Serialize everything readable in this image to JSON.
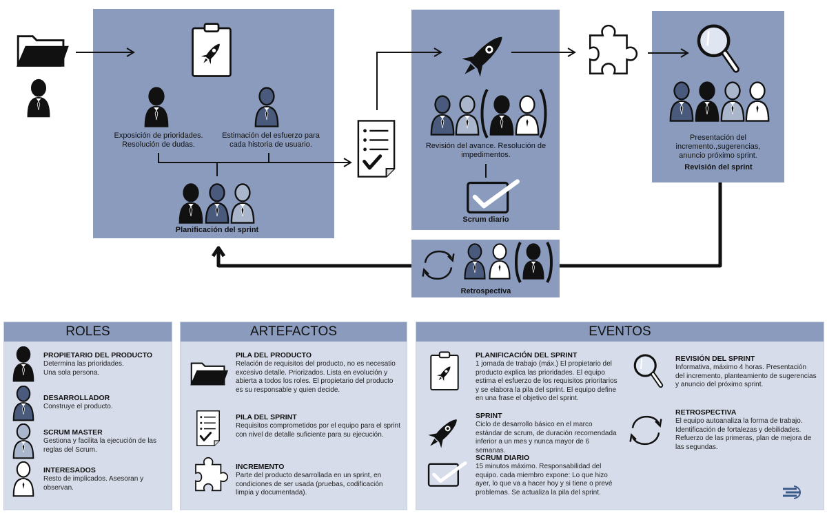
{
  "flow": {
    "planning": {
      "title": "Planificación del sprint",
      "left_text": "Exposición de prioridades. Resolución de dudas.",
      "right_text": "Estimación del esfuerzo para cada historia de usuario."
    },
    "daily": {
      "text": "Revisión del avance. Resolución de impedimentos.",
      "title": "Scrum diario"
    },
    "review": {
      "text": "Presentación del incremento.,sugerencias, anuncio próximo sprint.",
      "title": "Revisión del sprint"
    },
    "retro": {
      "title": "Retrospectiva"
    }
  },
  "roles": {
    "heading": "ROLES",
    "items": [
      {
        "title": "PROPIETARIO DEL PRODUCTO",
        "desc": "Determina las prioridades. Una sola persona."
      },
      {
        "title": "DESARROLLADOR",
        "desc": "Construye el producto."
      },
      {
        "title": "SCRUM MASTER",
        "desc": "Gestiona y facilita la ejecución de las reglas del Scrum."
      },
      {
        "title": "INTERESADOS",
        "desc": "Resto de implicados. Asesoran y observan."
      }
    ]
  },
  "artefactos": {
    "heading": "ARTEFACTOS",
    "items": [
      {
        "title": "PILA DEL PRODUCTO",
        "desc": "Relación de requisitos del producto, no es necesatio excesivo detalle. Priorizados. Lista en evolución y abierta a todos los roles. El propietario del producto es su responsable y quien decide."
      },
      {
        "title": "PILA DEL SPRINT",
        "desc": "Requisitos comprometidos por el equipo para el sprint con nivel de detalle suficiente para su ejecución."
      },
      {
        "title": "INCREMENTO",
        "desc": "Parte del producto desarrollada en un sprint, en condiciones de ser usada (pruebas, codificación limpia y documentada)."
      }
    ]
  },
  "eventos": {
    "heading": "EVENTOS",
    "items": [
      {
        "title": "PLANIFICACIÓN DEL SPRINT",
        "desc": "1 jornada de trabajo (máx.) El propietario del producto explica las prioridades. El equipo estima el esfuerzo de los requisitos prioritarios y se elabora la pila del sprint. El equipo define en una frase el objetivo del sprint."
      },
      {
        "title": "SPRINT",
        "desc": "Ciclo de desarrollo básico en el marco estándar de scrum, de duración recomendada inferior a un mes y nunca mayor de 6 semanas."
      },
      {
        "title": "SCRUM DIARIO",
        "desc": "15 minutos máximo. Responsabilidad del equipo. cada miembro expone: Lo que hizo ayer, lo que va a hacer hoy y si tiene o prevé problemas. Se actualiza la pila del sprint."
      },
      {
        "title": "REVISIÓN DEL SPRINT",
        "desc": "Informativa, máximo 4 horas. Presentación del incremento, planteamiento de sugerencias y anuncio del próximo sprint."
      },
      {
        "title": "RETROSPECTIVA",
        "desc": "El equipo autoanaliza la forma de trabajo. Identificación de fortalezas y debilidades. Refuerzo de las primeras, plan de mejora de las segundas."
      }
    ]
  },
  "colors": {
    "box": "#8a9bbd",
    "panel": "#d6dce9",
    "person_owner": "#111111",
    "person_dev": "#4a5a7c",
    "person_master": "#aab6cc",
    "person_stakeholder": "#ffffff"
  },
  "icons": [
    "folder-icon",
    "clipboard-rocket-icon",
    "rocket-icon",
    "puzzle-icon",
    "magnifier-icon",
    "checklist-icon",
    "checkbox-icon",
    "cycle-icon",
    "person-icon",
    "logo-icon"
  ]
}
